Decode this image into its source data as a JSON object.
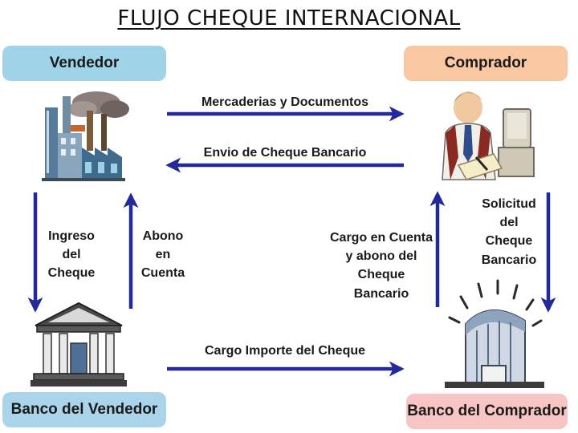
{
  "title": "FLUJO  CHEQUE INTERNACIONAL",
  "boxes": {
    "vendedor": "Vendedor",
    "comprador": "Comprador",
    "banco_vendedor": "Banco del Vendedor",
    "banco_comprador": "Banco del Comprador"
  },
  "flows": {
    "mercaderias": "Mercaderias y Documentos",
    "envio_cheque": "Envio de Cheque Bancario",
    "ingreso_cheque": "Ingreso\ndel\nCheque",
    "abono_cuenta": "Abono\nen\nCuenta",
    "cargo_abono": "Cargo en Cuenta\ny abono del\nCheque\nBancario",
    "solicitud": "Solicitud\ndel\nCheque\nBancario",
    "cargo_importe": "Cargo Importe del Cheque"
  },
  "colors": {
    "vendor_box": "#9fd3e8",
    "buyer_box": "#f9c7a1",
    "vendor_bank_box": "#a9d4ea",
    "buyer_bank_box": "#f7c5c3",
    "arrow": "#23289a"
  },
  "icons": {
    "vendedor": "factory-illustration",
    "comprador": "businessman-illustration",
    "banco_vendedor": "bank-building-illustration",
    "banco_comprador": "office-building-illustration"
  }
}
